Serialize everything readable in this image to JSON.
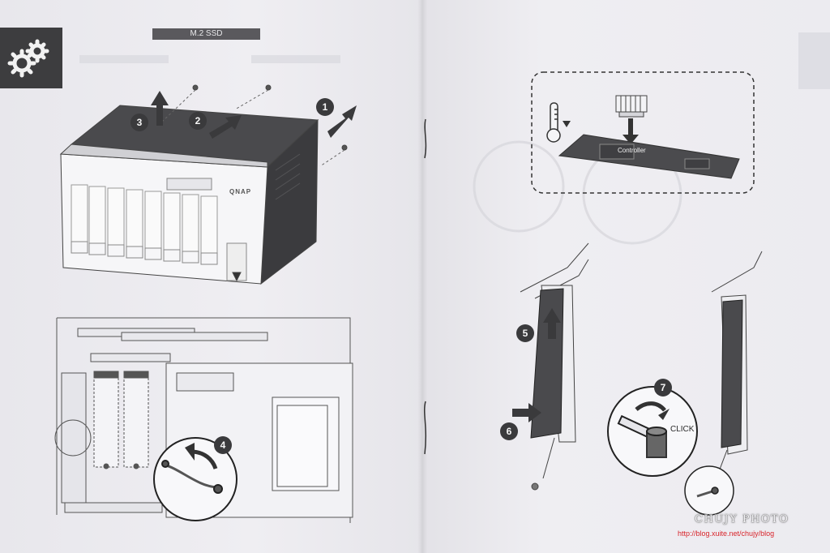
{
  "section_tab": "M.2 SSD",
  "brand": "QNAP",
  "steps": [
    "1",
    "2",
    "3",
    "4",
    "5",
    "6",
    "7"
  ],
  "labels": {
    "controller": "Controller",
    "click": "CLICK"
  },
  "watermark": {
    "title": "CHUJY PHOTO",
    "url": "http://blog.xuite.net/chujy/blog"
  },
  "icons": {
    "section": "gears-icon",
    "temperature": "thermometer-icon",
    "heatsink": "heatsink-icon"
  },
  "colors": {
    "page": "#ececf0",
    "ink": "#3a3a3c",
    "tab": "#5a595d",
    "watermark_url": "#d8242a"
  }
}
